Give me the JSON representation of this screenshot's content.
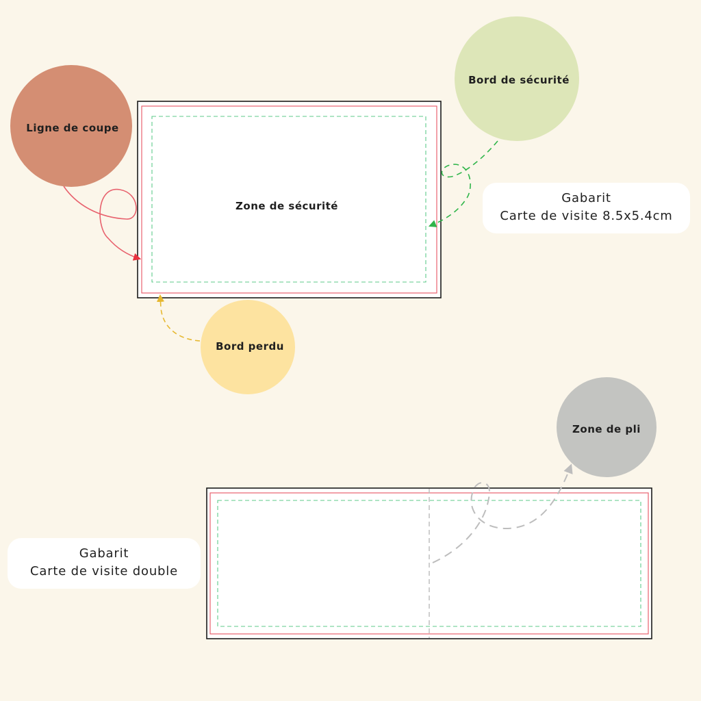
{
  "colors": {
    "background": "#fbf6ea",
    "cut_line": "#e8626e",
    "safety_border": "#5cc98a",
    "bleed_arrow": "#e6b830",
    "fold_line": "#bdbdbd",
    "bubble_cut": "#d48e73",
    "bubble_safety": "#dde6b8",
    "bubble_bleed": "#fde3a0",
    "bubble_fold": "#c3c4c1"
  },
  "bubbles": {
    "cut_line": "Ligne de coupe",
    "safety_border": "Bord de sécurité",
    "bleed": "Bord perdu",
    "fold_zone": "Zone de pli"
  },
  "single_card": {
    "safety_zone_label": "Zone de sécurité",
    "title_line1": "Gabarit",
    "title_line2": "Carte de visite 8.5x5.4cm"
  },
  "double_card": {
    "title_line1": "Gabarit",
    "title_line2": "Carte de visite double"
  }
}
